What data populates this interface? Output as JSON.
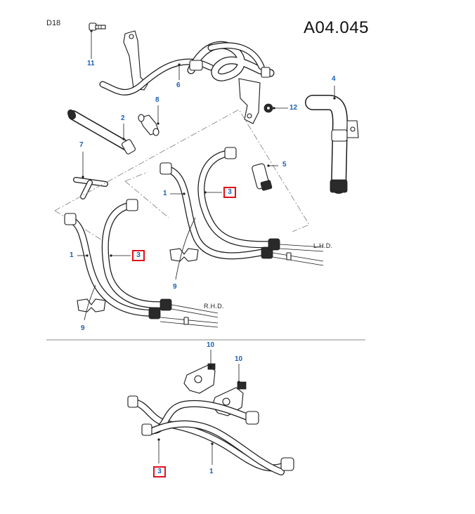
{
  "header": {
    "code": "D18",
    "reference": "A04.045"
  },
  "variants": {
    "lhd": "L.H.D.",
    "rhd": "R.H.D."
  },
  "callouts": [
    {
      "id": "c11",
      "label": "11",
      "boxed": false
    },
    {
      "id": "c6",
      "label": "6",
      "boxed": false
    },
    {
      "id": "c8",
      "label": "8",
      "boxed": false
    },
    {
      "id": "c2",
      "label": "2",
      "boxed": false
    },
    {
      "id": "c12",
      "label": "12",
      "boxed": false
    },
    {
      "id": "c4",
      "label": "4",
      "boxed": false
    },
    {
      "id": "c7",
      "label": "7",
      "boxed": false
    },
    {
      "id": "c5",
      "label": "5",
      "boxed": false
    },
    {
      "id": "c1a",
      "label": "1",
      "boxed": false
    },
    {
      "id": "c3a",
      "label": "3",
      "boxed": true
    },
    {
      "id": "c1b",
      "label": "1",
      "boxed": false
    },
    {
      "id": "c3b",
      "label": "3",
      "boxed": true
    },
    {
      "id": "c9a",
      "label": "9",
      "boxed": false
    },
    {
      "id": "c9b",
      "label": "9",
      "boxed": false
    },
    {
      "id": "c10a",
      "label": "10",
      "boxed": false
    },
    {
      "id": "c10b",
      "label": "10",
      "boxed": false
    },
    {
      "id": "c3c",
      "label": "3",
      "boxed": true
    },
    {
      "id": "c1c",
      "label": "1",
      "boxed": false
    }
  ],
  "colors": {
    "callout": "#1a5fb4",
    "highlight_box": "#e0101a",
    "line": "#1a1a1a"
  }
}
